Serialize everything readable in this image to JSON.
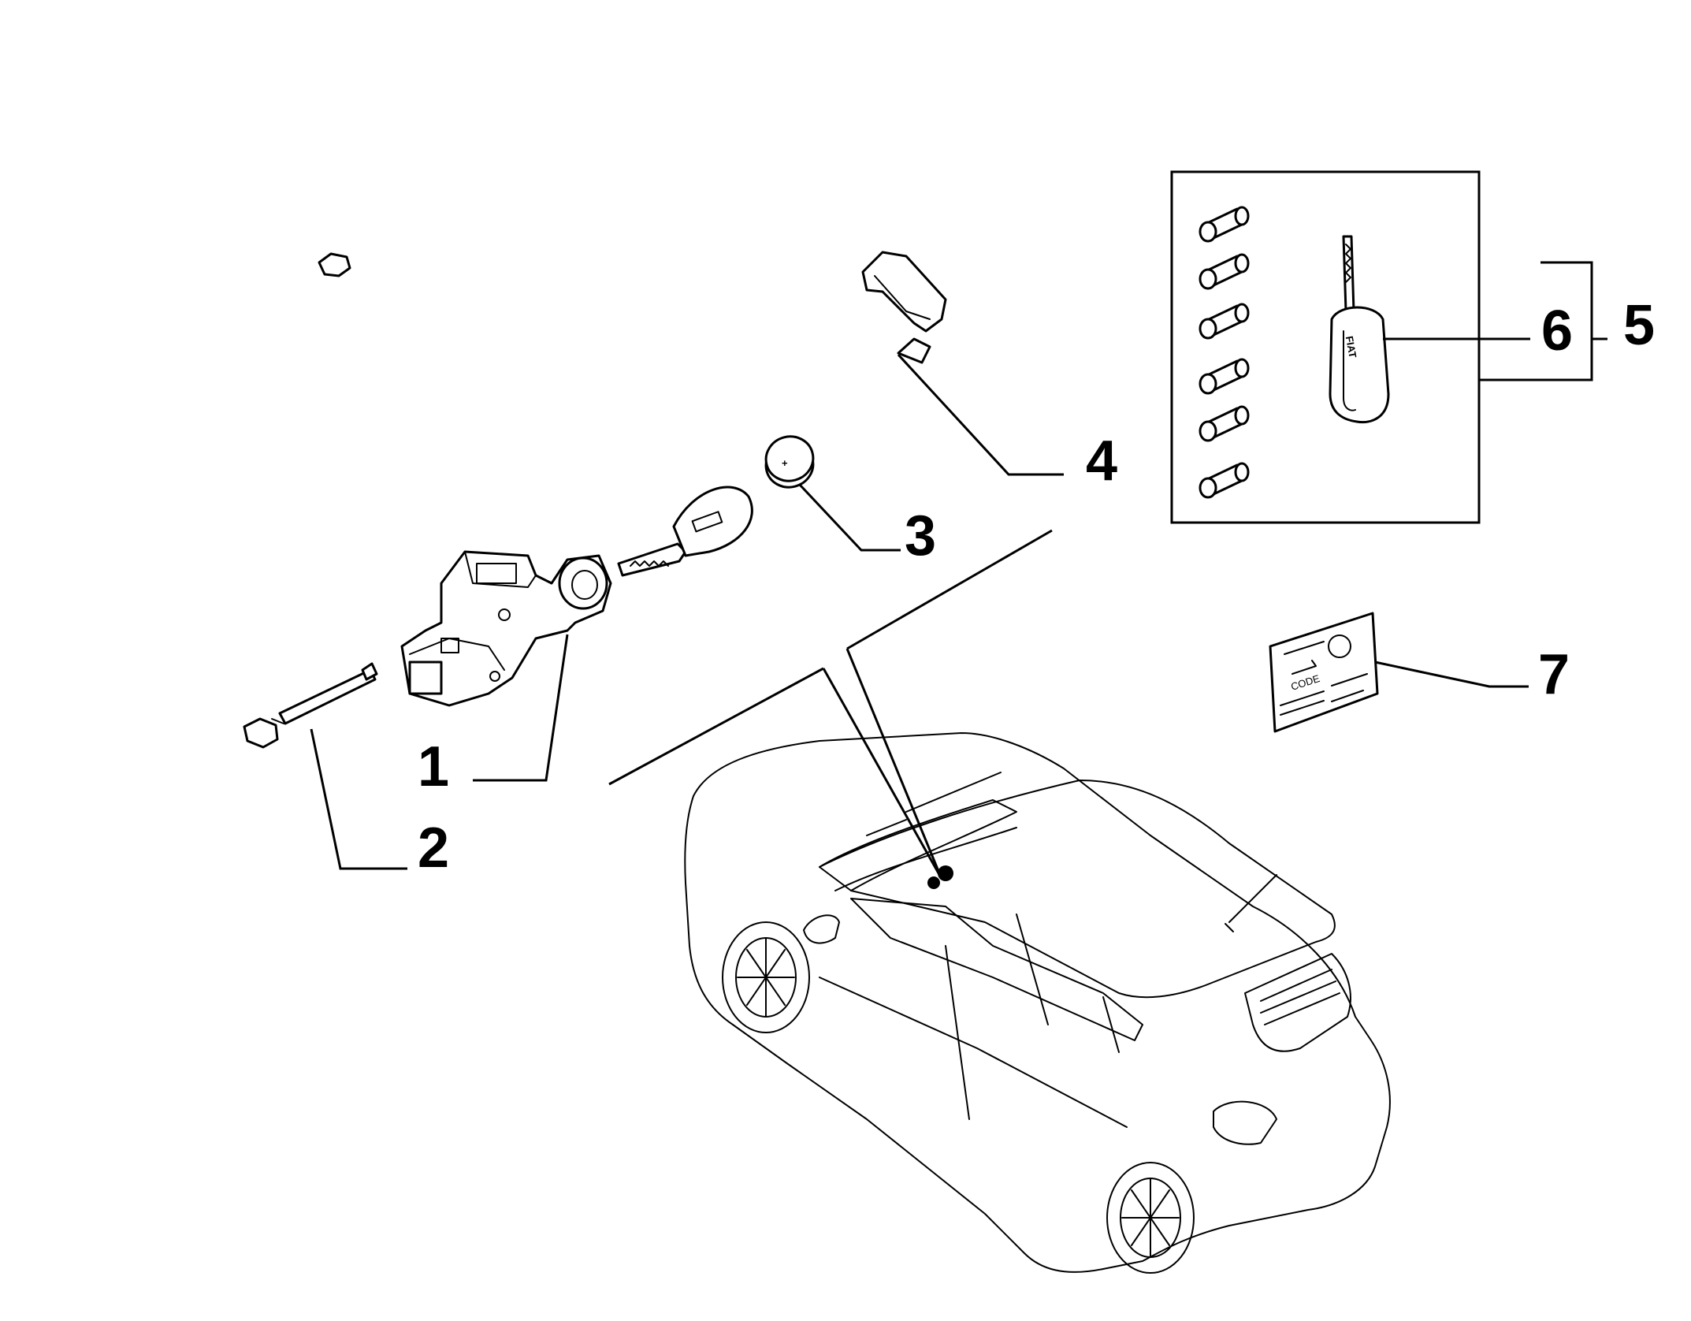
{
  "callouts": {
    "c1": "1",
    "c2": "2",
    "c3": "3",
    "c4": "4",
    "c5": "5",
    "c6": "6",
    "c7": "7"
  },
  "key_brand": "FIAT",
  "code_card": {
    "code": "CODE"
  }
}
